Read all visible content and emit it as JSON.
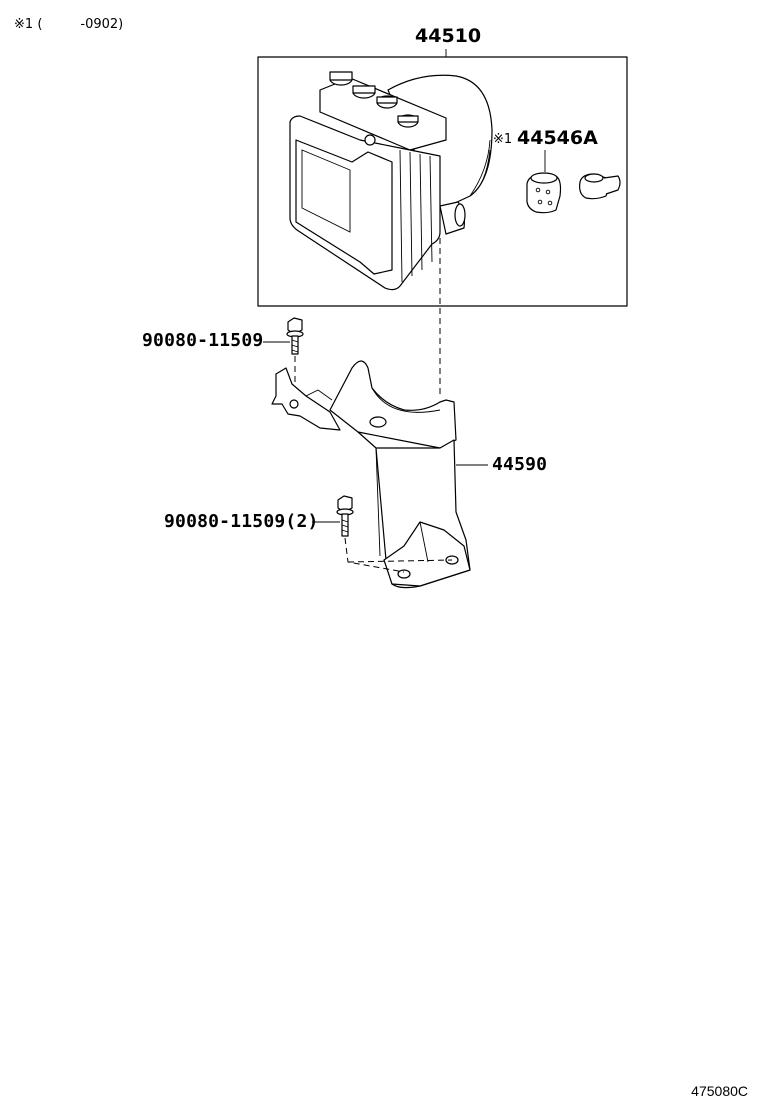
{
  "note": {
    "symbol": "※1",
    "open": "(",
    "range": "-0902)"
  },
  "parts": {
    "actuator": "44510",
    "sub_part_mark": "※1",
    "sub_part": "44546A",
    "bolt_upper": "90080-11509",
    "bolt_lower": "90080-11509(2)",
    "bracket": "44590"
  },
  "illustration_code": "475080C"
}
